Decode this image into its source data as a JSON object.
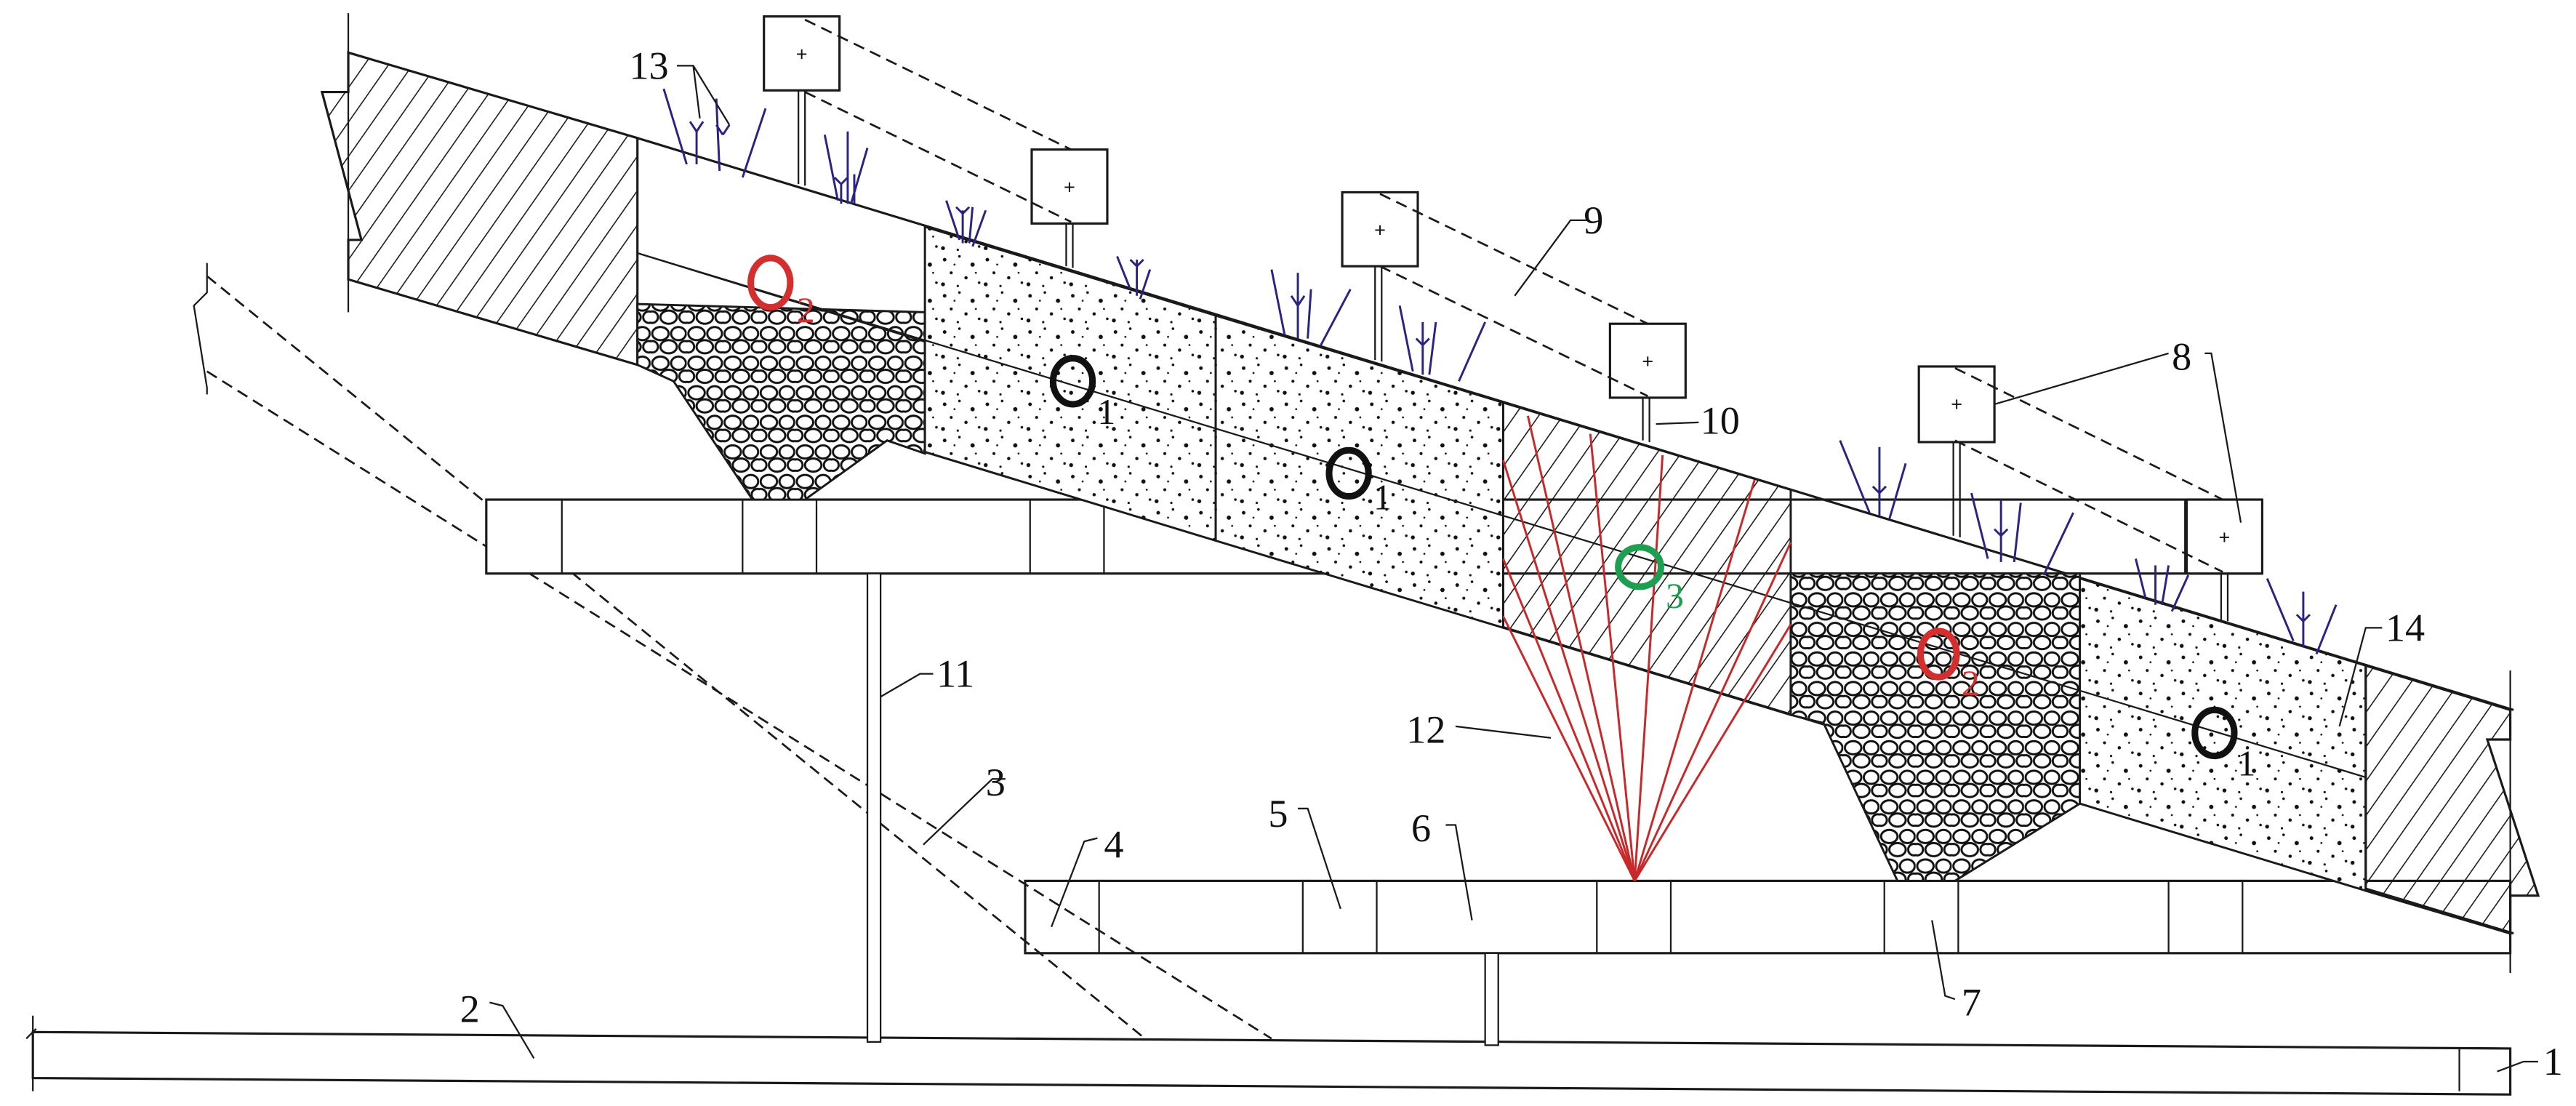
{
  "figure": {
    "type": "engineering cross-section diagram",
    "colors": {
      "line": "#1a1a1a",
      "red_point": "#d32f2f",
      "green_point": "#1e9e50",
      "black_point": "#111111",
      "anchor_cables": "#c8282a",
      "vegetation": "#2b2380"
    },
    "component_labels": [
      "1",
      "2",
      "3",
      "4",
      "5",
      "6",
      "7",
      "8",
      "9",
      "10",
      "11",
      "12",
      "13",
      "14"
    ],
    "labels": {
      "l1": "1",
      "l2": "2",
      "l3": "3",
      "l4": "4",
      "l5": "5",
      "l6": "6",
      "l7": "7",
      "l8": "8",
      "l9": "9",
      "l10": "10",
      "l11": "11",
      "l12": "12",
      "l13": "13",
      "l14": "14"
    },
    "points": [
      {
        "id": "o2_left",
        "letter": "O",
        "sub": "2",
        "color": "red"
      },
      {
        "id": "o1_a",
        "letter": "O",
        "sub": "1",
        "color": "black"
      },
      {
        "id": "o1_b",
        "letter": "O",
        "sub": "1",
        "color": "black"
      },
      {
        "id": "o3",
        "letter": "O",
        "sub": "3",
        "color": "green"
      },
      {
        "id": "o2_right",
        "letter": "O",
        "sub": "2",
        "color": "red"
      },
      {
        "id": "o1_c",
        "letter": "O",
        "sub": "1",
        "color": "black"
      }
    ],
    "monitor_box_symbol": "+"
  }
}
